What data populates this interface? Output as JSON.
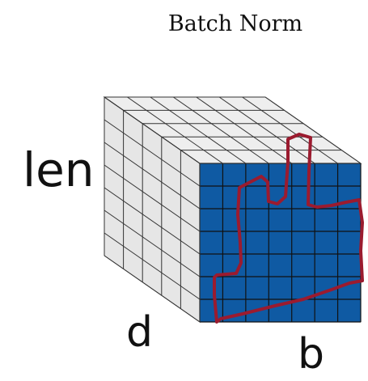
{
  "title": "Batch Norm",
  "axes": {
    "height_label": "len",
    "depth_label": "d",
    "width_label": "b"
  },
  "cube": {
    "grid_columns": 7,
    "grid_rows": 7,
    "grid_depth": 5
  },
  "colors": {
    "front_face": "#0f5aa3",
    "side_face": "#e6e6e6",
    "top_face": "#eeeeee",
    "grid_line_dark": "#111111",
    "highlight_stroke": "#9b1b2f",
    "text": "#111111"
  }
}
